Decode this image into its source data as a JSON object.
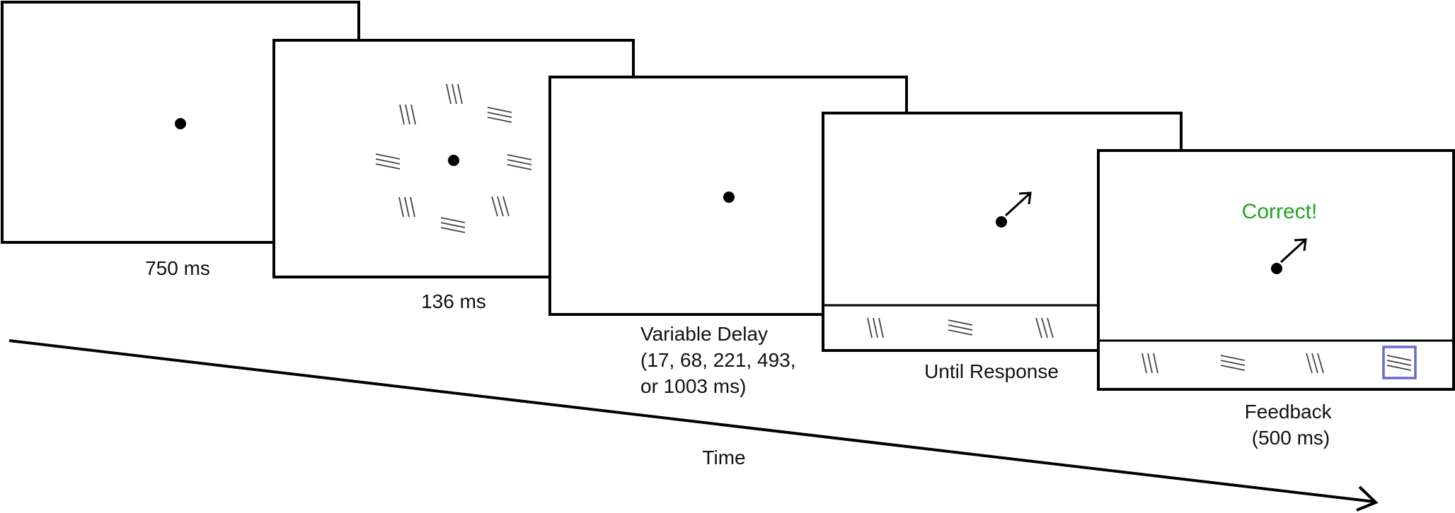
{
  "colors": {
    "ink": "#000000",
    "stimulus": "#444444",
    "feedback": "#22a31f",
    "selection": "#6b6bc7"
  },
  "frames": [
    {
      "caption_lines": [
        "750 ms"
      ]
    },
    {
      "caption_lines": [
        "136 ms"
      ]
    },
    {
      "caption_lines": [
        "Variable Delay",
        "(17, 68, 221, 493,",
        "or 1003 ms)"
      ]
    },
    {
      "caption_lines": [
        "Until Response"
      ]
    },
    {
      "caption_lines": [
        "Feedback",
        "(500 ms)"
      ]
    }
  ],
  "feedback": {
    "message": "Correct!"
  },
  "time_axis": {
    "label": "Time"
  }
}
